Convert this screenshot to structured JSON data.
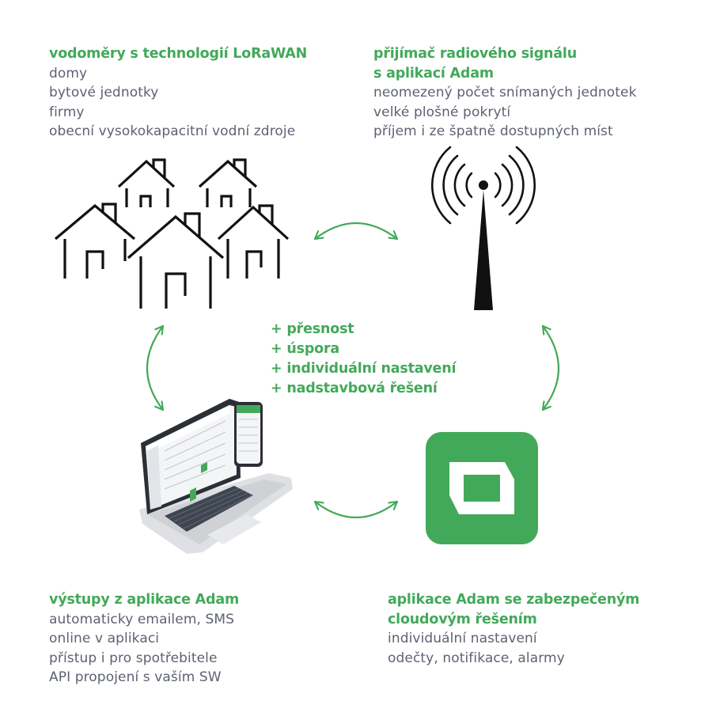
{
  "blocks": {
    "water_meters": {
      "heading": [
        "vodoměry s technologií LoRaWAN"
      ],
      "items": [
        "domy",
        "bytové jednotky",
        "firmy",
        "obecní vysokokapacitní vodní zdroje"
      ]
    },
    "receiver": {
      "heading": [
        "přijímač radiového signálu",
        "s aplikací Adam"
      ],
      "items": [
        "neomezený počet snímaných jednotek",
        "velké plošné pokrytí",
        "příjem i ze špatně dostupných míst"
      ]
    },
    "outputs": {
      "heading": [
        "výstupy z aplikace Adam"
      ],
      "items": [
        "automaticky emailem, SMS",
        "online v aplikaci",
        "přístup i pro spotřebitele",
        "API propojení s vaším SW"
      ]
    },
    "cloud_app": {
      "heading": [
        "aplikace Adam se zabezpečeným",
        "cloudovým řešením"
      ],
      "items": [
        "individuální nastavení",
        "odečty, notifikace, alarmy"
      ]
    }
  },
  "benefits": [
    "+ přesnost",
    "+ úspora",
    "+ individuální nastavení",
    "+ nadstavbová řešení"
  ],
  "icons": {
    "houses": "houses-icon",
    "antenna": "radio-antenna-icon",
    "devices": "laptop-and-phone-icon",
    "app_logo": "adam-app-logo-icon",
    "arrows": "double-headed-arrow-icon"
  },
  "colors": {
    "accent_green": "#43a95a",
    "text_gray": "#5d6272",
    "icon_black": "#111111"
  }
}
